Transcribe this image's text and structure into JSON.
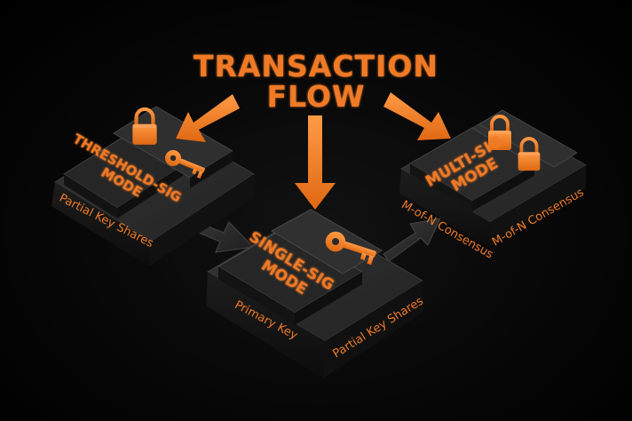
{
  "title": {
    "line1": "TRANSACTION",
    "line2": "FLOW"
  },
  "modes": {
    "threshold": {
      "label_line1": "THRESHOLD-SIG",
      "label_line2": "MODE",
      "side_label": "Partial Key Shares"
    },
    "single": {
      "label_line1": "SINGLE-SIG",
      "label_line2": "MODE",
      "front_label": "Primary Key",
      "side_label": "Partial Key Shares"
    },
    "multi": {
      "label_line1": "MULTI-SIG",
      "label_line2": "MODE",
      "front_label": "M-of-N Consensus",
      "side_label": "M-of-N Consensus"
    }
  },
  "colors": {
    "accent": "#F07A26",
    "block_top": "#2B2B2B",
    "block_side": "#161616",
    "arrow_dark": "#2E2E2E"
  },
  "icons": {
    "threshold": [
      "padlock-icon",
      "key-icon"
    ],
    "single": [
      "key-icon"
    ],
    "multi": [
      "padlock-icon",
      "padlock-icon"
    ]
  }
}
